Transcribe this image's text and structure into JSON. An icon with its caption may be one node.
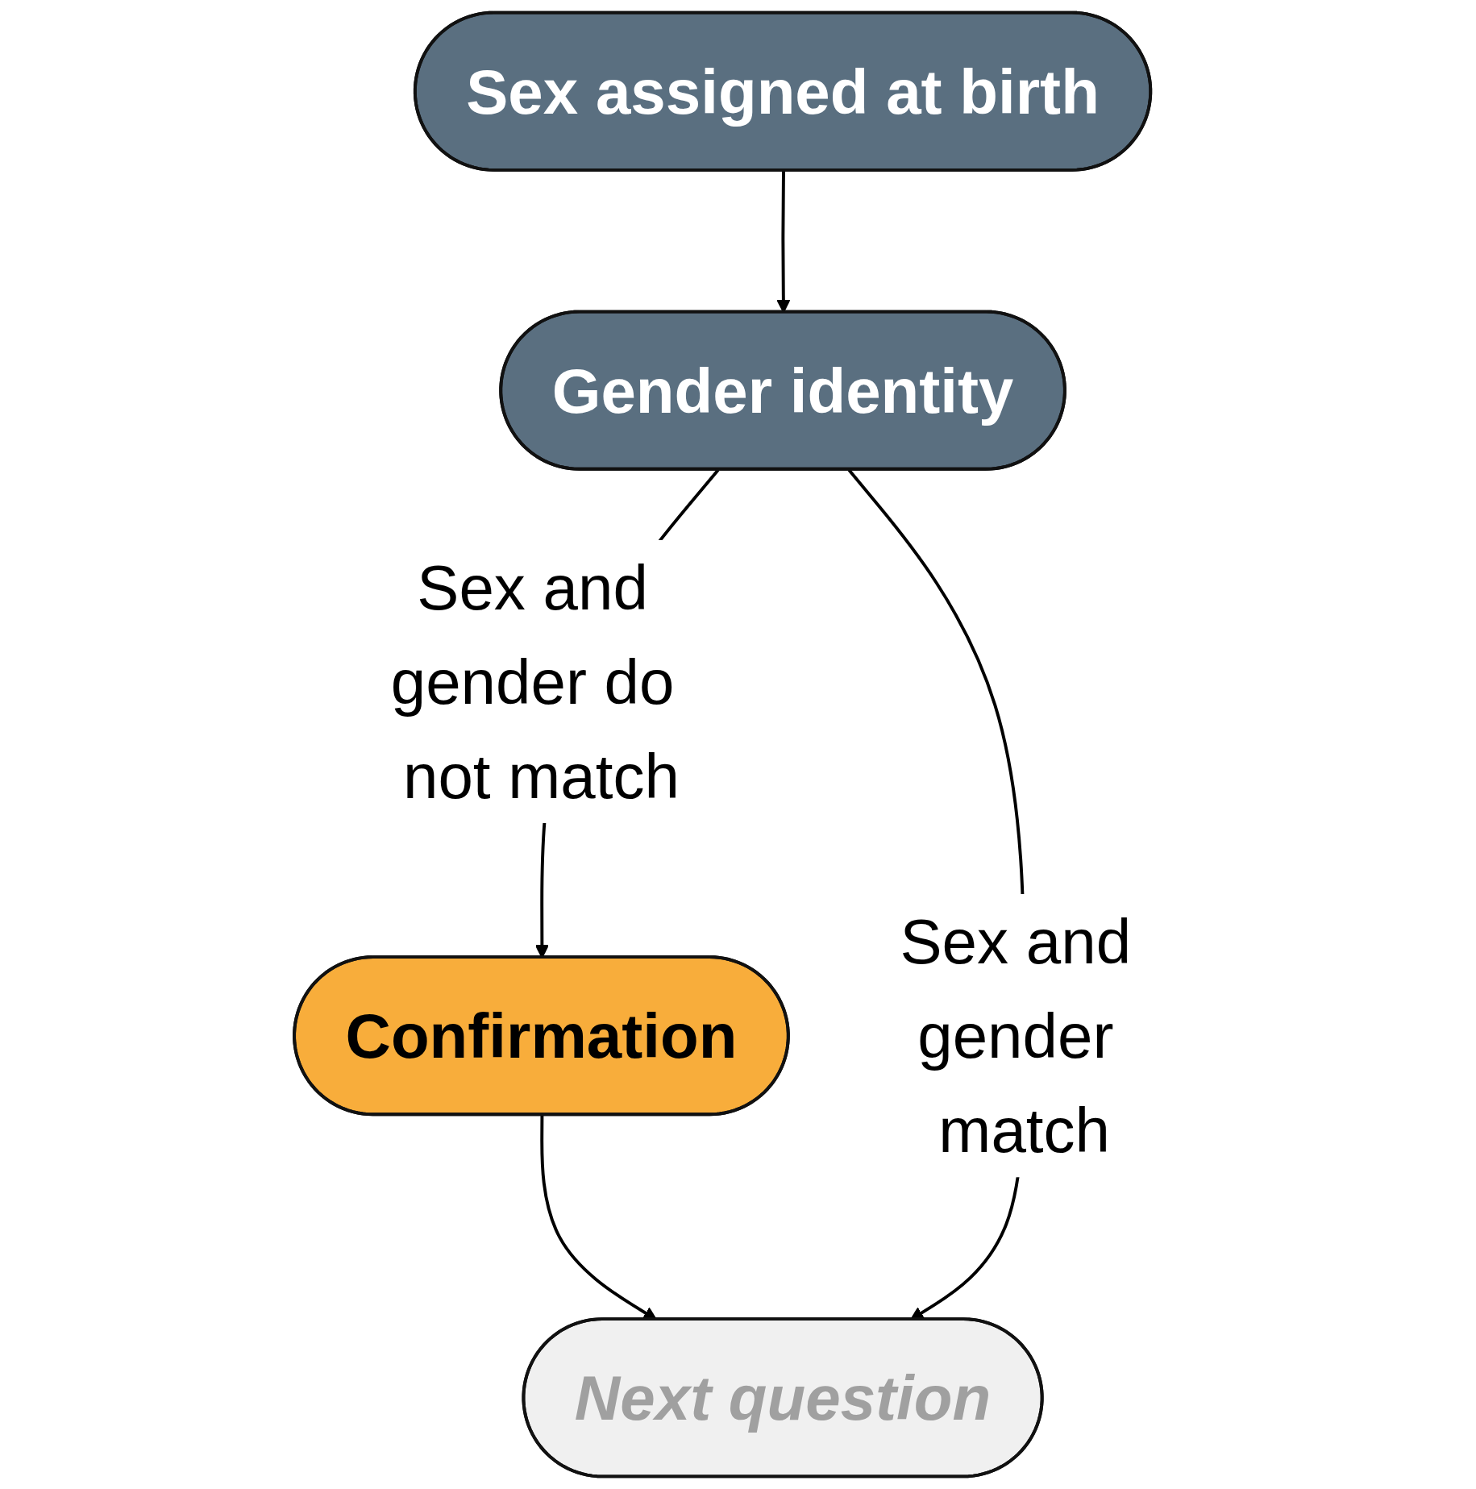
{
  "diagram": {
    "nodes": [
      {
        "text": [
          "Sex assigned at birth"
        ]
      },
      {
        "text": [
          "Gender identity"
        ]
      },
      {
        "text": [
          "Confirmation"
        ]
      },
      {
        "text": [
          "Next question"
        ]
      }
    ],
    "edges": [
      {
        "from": 0,
        "to": 1,
        "arrow": "to"
      },
      {
        "from": 1,
        "to": 2,
        "arrow": "to",
        "label": "Sex and gender do not match"
      },
      {
        "from": 2,
        "to": 3,
        "arrow": "to"
      },
      {
        "from": 1,
        "to": 3,
        "arrow": "to",
        "label": "Sex and gender match"
      }
    ]
  }
}
